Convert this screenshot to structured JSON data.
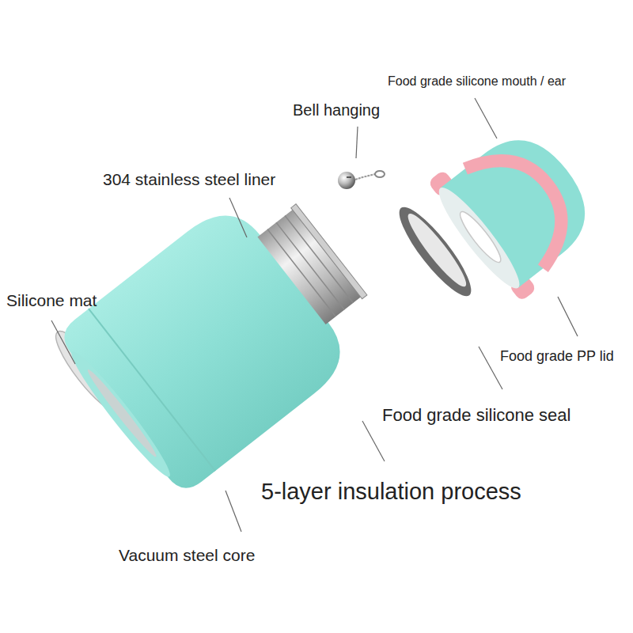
{
  "diagram": {
    "labels": [
      "Food grade silicone mouth / ear",
      "Bell hanging",
      "304 stainless steel liner",
      "Silicone mat",
      "Food grade PP lid",
      "Food grade silicone seal",
      "5-layer insulation process",
      "Vacuum steel core"
    ]
  }
}
